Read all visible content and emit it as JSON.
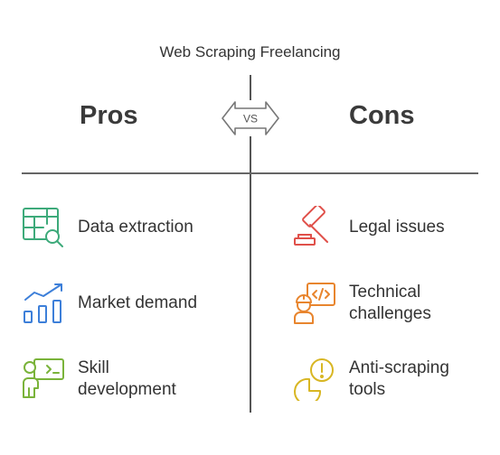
{
  "title": "Web Scraping Freelancing",
  "pros": {
    "heading": "Pros",
    "items": [
      {
        "icon": "table-search-icon",
        "label_lines": [
          "Data extraction"
        ],
        "color": "#3daa7a"
      },
      {
        "icon": "bar-chart-growth-icon",
        "label_lines": [
          "Market demand"
        ],
        "color": "#3d7fd9"
      },
      {
        "icon": "person-code-screen-icon",
        "label_lines": [
          "Skill",
          "development"
        ],
        "color": "#7ab33a"
      }
    ]
  },
  "cons": {
    "heading": "Cons",
    "items": [
      {
        "icon": "gavel-icon",
        "label_lines": [
          "Legal issues"
        ],
        "color": "#e0504a"
      },
      {
        "icon": "developer-code-icon",
        "label_lines": [
          "Technical",
          "challenges"
        ],
        "color": "#e8852e"
      },
      {
        "icon": "alert-pie-icon",
        "label_lines": [
          "Anti-scraping",
          "tools"
        ],
        "color": "#d8b623"
      }
    ]
  },
  "vs_label": "VS"
}
